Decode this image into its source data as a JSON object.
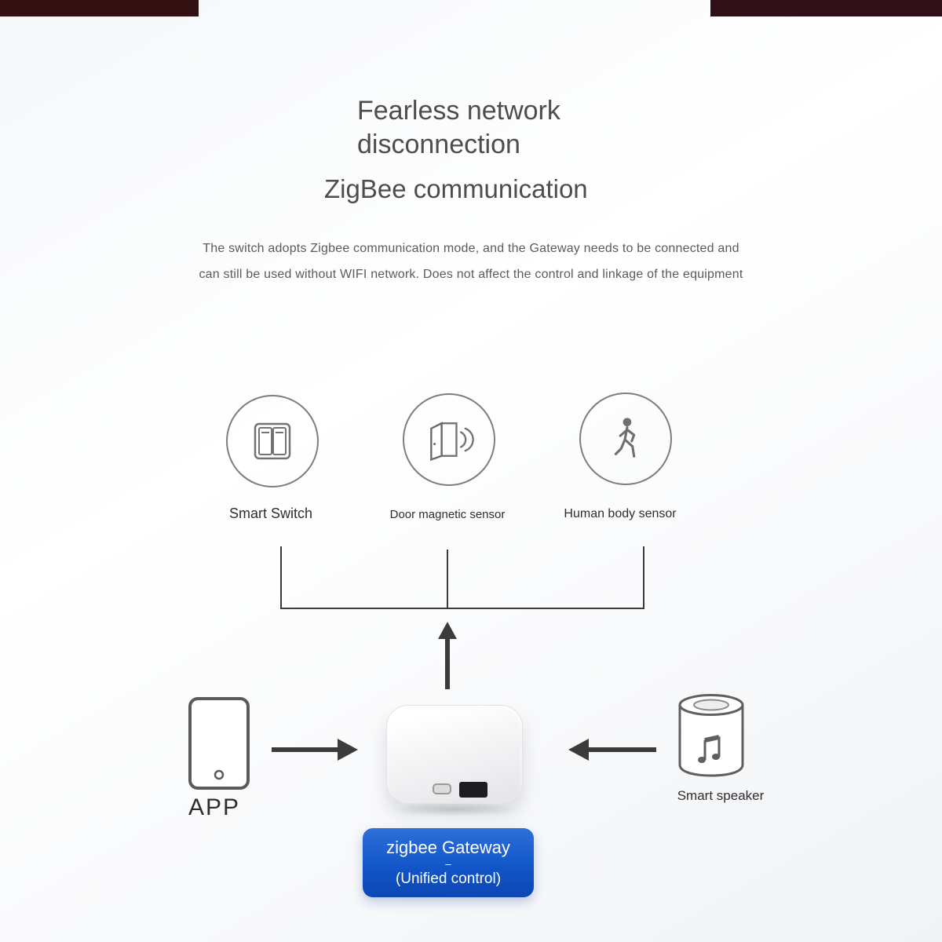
{
  "header": {
    "title_line1": "Fearless network",
    "title_line2": "disconnection",
    "subtitle": "ZigBee communication",
    "desc_line1": "The switch adopts Zigbee communication mode, and the Gateway needs to be connected and",
    "desc_line2": "can still be used without WIFI network. Does not affect the control and linkage of the equipment"
  },
  "sensors": [
    {
      "label": "Smart Switch",
      "icon": "smart-switch-icon"
    },
    {
      "label": "Door magnetic sensor",
      "icon": "door-sensor-icon"
    },
    {
      "label": "Human body sensor",
      "icon": "human-body-sensor-icon"
    }
  ],
  "hub": {
    "app_label": "APP",
    "speaker_label": "Smart speaker",
    "gateway_line1": "zigbee Gateway",
    "gateway_dash": "–",
    "gateway_line2": "(Unified control)"
  },
  "colors": {
    "badge_blue": "#1256c8",
    "line_dark": "#3b3b3b",
    "corner_bar": "#331112"
  }
}
